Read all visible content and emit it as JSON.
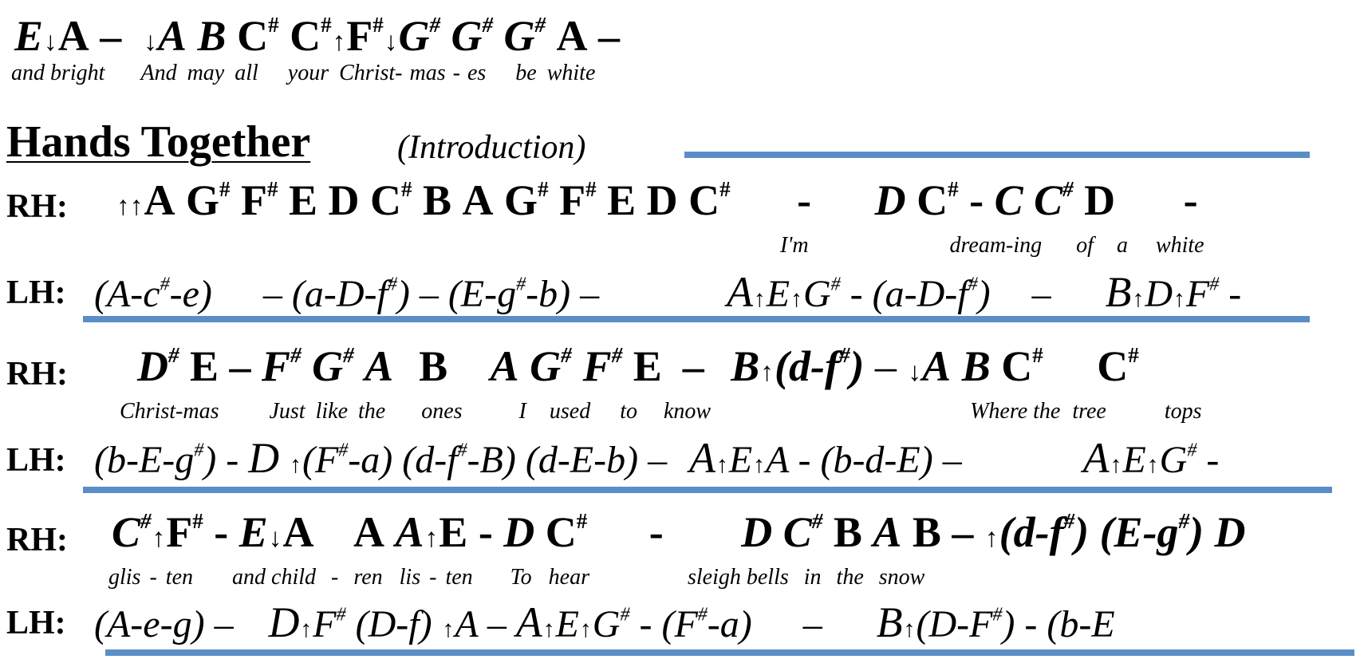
{
  "colors": {
    "rule": "#5b8ec7",
    "text": "#000000"
  },
  "intro_line": {
    "notes": "E↓A – ↓A B C# C# ↑F#↓G# G# G# A –",
    "lyrics": [
      "and bright",
      "And",
      "may",
      "all",
      "your",
      "Christ-",
      "mas",
      "-",
      "es",
      "be",
      "white"
    ]
  },
  "section": {
    "title": "Hands Together",
    "subtitle": "(Introduction)"
  },
  "labels": {
    "rh": "RH:",
    "lh": "LH:"
  },
  "system1": {
    "rh_notes": "↑↑A G# F# E D C# B A G# F# E D C# - D C# - C C# D -",
    "rh_lyrics": [
      "I'm",
      "dream-ing",
      "of",
      "a",
      "white"
    ],
    "lh_notes": "(A-c#-e) – (a-D-f#) – (E-g#-b) – A↑E↑G# - (a-D-f#) – B↑D↑F# -"
  },
  "system2": {
    "rh_notes": "D# E – F# G# A B A G# F# E – B↑(d-f#) – ↓A B C# C#",
    "rh_lyrics": [
      "Christ-mas",
      "Just",
      "like",
      "the",
      "ones",
      "I",
      "used",
      "to",
      "know",
      "Where the",
      "tree",
      "tops"
    ],
    "lh_notes": "(b-E-g#) - D ↑(F#-a) (d-f#-B) (d-E-b) – A↑E↑A - (b-d-E) – A↑E↑G# -"
  },
  "system3": {
    "rh_notes": "C#↑F# - E↓A A A↑E - D C# - D C# B A B – ↑(d-f#) (E-g#) D",
    "rh_lyrics": [
      "glis",
      "-",
      "ten",
      "and child",
      "-",
      "ren",
      "lis",
      "-",
      "ten",
      "To",
      "hear",
      "sleigh bells",
      "in",
      "the",
      "snow"
    ],
    "lh_notes": "(A-e-g) – D↑F# (D-f) ↑A – A↑E↑G# - (F#-a) – B↑(D-F#) - (b-E"
  }
}
